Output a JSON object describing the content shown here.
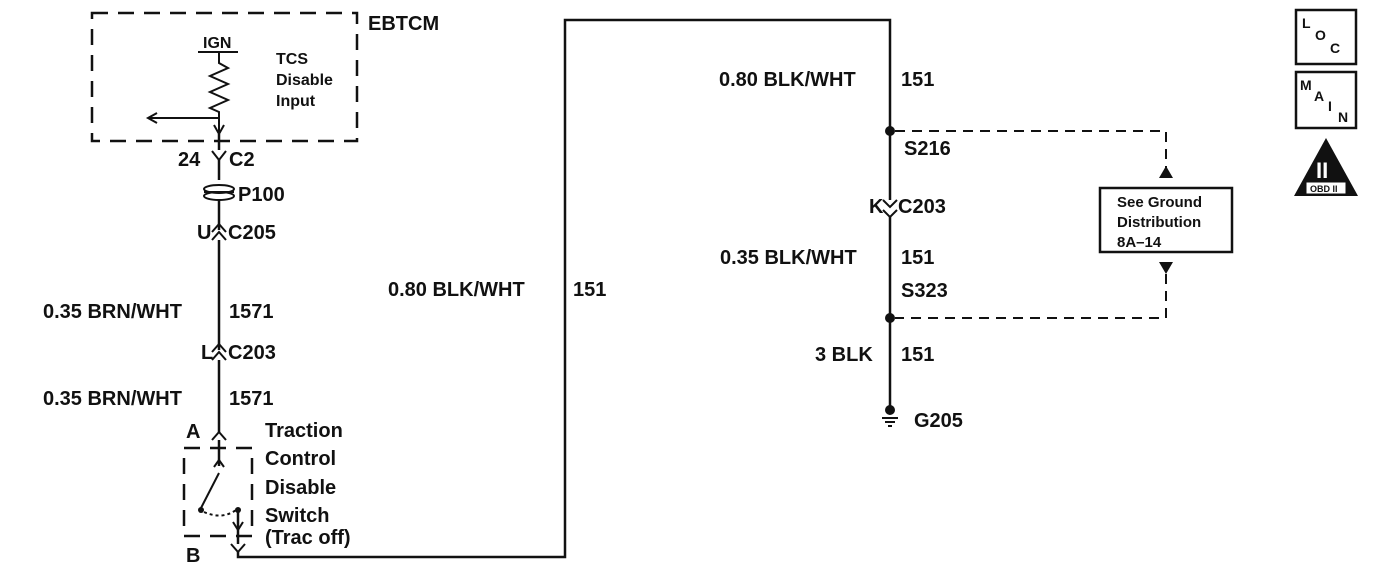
{
  "module": {
    "name": "EBTCM",
    "power_label": "IGN",
    "input_label_line1": "TCS",
    "input_label_line2": "Disable",
    "input_label_line3": "Input"
  },
  "left_circuit": {
    "c2_pin": "24",
    "c2_connector": "C2",
    "p100": "P100",
    "c205_pin": "U",
    "c205_connector": "C205",
    "wire_upper_label": "0.35 BRN/WHT",
    "wire_upper_circuit": "1571",
    "c203_pin": "L",
    "c203_connector": "C203",
    "wire_lower_label": "0.35 BRN/WHT",
    "wire_lower_circuit": "1571"
  },
  "switch": {
    "terminal_a": "A",
    "terminal_b": "B",
    "label_line1": "Traction",
    "label_line2": "Control",
    "label_line3": "Disable",
    "label_line4": "Switch",
    "label_line5": "(Trac off)"
  },
  "return_wire": {
    "label": "0.80 BLK/WHT",
    "circuit": "151"
  },
  "right_circuit": {
    "top_wire_label": "0.80 BLK/WHT",
    "top_wire_circuit": "151",
    "splice1": "S216",
    "c203_pin": "K",
    "c203_connector": "C203",
    "mid_wire_label": "0.35 BLK/WHT",
    "mid_wire_circuit": "151",
    "splice2": "S323",
    "bottom_wire_label": "3 BLK",
    "bottom_wire_circuit": "151",
    "ground": "G205"
  },
  "ground_ref": {
    "line1": "See Ground",
    "line2": "Distribution",
    "line3": "8A–14"
  },
  "side_icons": {
    "loc_l": "L",
    "loc_o": "O",
    "loc_c": "C",
    "main_m": "M",
    "main_a": "A",
    "main_i": "I",
    "main_n": "N",
    "obd_numeral": "II",
    "obd_text": "OBD II"
  }
}
